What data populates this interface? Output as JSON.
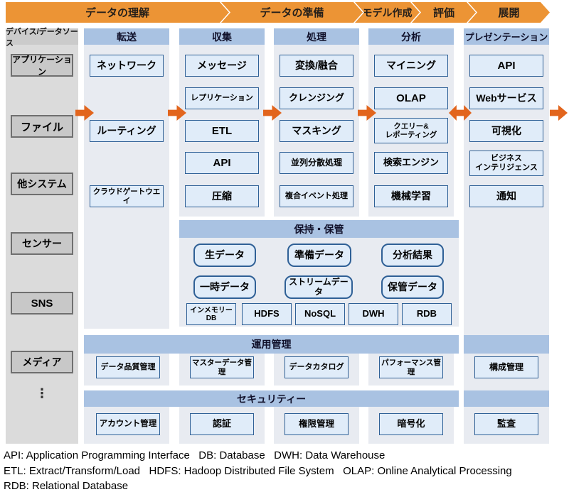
{
  "title_banner": {
    "stages": [
      "データの理解",
      "データの準備",
      "モデル作成",
      "評価",
      "展開"
    ]
  },
  "source_panel": {
    "header": "デバイス/データソース",
    "items": [
      "アプリケーション",
      "ファイル",
      "他システム",
      "センサー",
      "SNS",
      "メディア"
    ],
    "more_indicator": "⋮"
  },
  "pipeline_columns": [
    {
      "header": "転送",
      "boxes": [
        "ネットワーク",
        "ルーティング",
        "クラウドゲートウエイ"
      ]
    },
    {
      "header": "収集",
      "boxes": [
        "メッセージ",
        "レプリケーション",
        "ETL",
        "API",
        "圧縮"
      ]
    },
    {
      "header": "処理",
      "boxes": [
        "変換/融合",
        "クレンジング",
        "マスキング",
        "並列分散処理",
        "複合イベント処理"
      ]
    },
    {
      "header": "分析",
      "boxes": [
        "マイニング",
        "OLAP",
        "クエリー&\nレポーティング",
        "検索エンジン",
        "機械学習"
      ]
    },
    {
      "header": "プレゼンテーション",
      "boxes": [
        "API",
        "Webサービス",
        "可視化",
        "ビジネス\nインテリジェンス",
        "通知"
      ]
    }
  ],
  "storage_section": {
    "header": "保持・保管",
    "data_boxes": [
      "生データ",
      "準備データ",
      "分析結果",
      "一時データ",
      "ストリームデータ",
      "保管データ"
    ],
    "db_boxes": [
      "インメモリー\nDB",
      "HDFS",
      "NoSQL",
      "DWH",
      "RDB"
    ]
  },
  "operations_section": {
    "header": "運用管理",
    "boxes": [
      "データ品質管理",
      "マスターデータ管理",
      "データカタログ",
      "パフォーマンス管理",
      "構成管理"
    ]
  },
  "security_section": {
    "header": "セキュリティー",
    "boxes": [
      "アカウント管理",
      "認証",
      "権限管理",
      "暗号化",
      "監査"
    ]
  },
  "footnotes": [
    "API: Application Programming Interface   DB: Database   DWH: Data Warehouse",
    "ETL: Extract/Transform/Load   HDFS: Hadoop Distributed File System   OLAP: Online Analytical Processing",
    "RDB: Relational Database"
  ],
  "colors": {
    "stage_orange": "#EC9435",
    "arrow_orange": "#E2651D",
    "band_blue": "#A9C2E2",
    "box_fill": "#E0ECF9",
    "box_border": "#2F6096",
    "column_bg": "#E8EBF1",
    "source_bg": "#DBDBDB",
    "source_box_fill": "#C8C8C8",
    "source_box_border": "#6F6F6F"
  }
}
